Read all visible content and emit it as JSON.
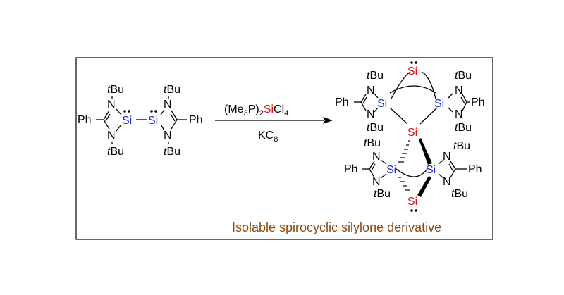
{
  "scheme": {
    "caption": "Isolable spirocyclic silylone derivative",
    "reagent": {
      "prefix": "(Me",
      "sub3": "3",
      "mid": "P)",
      "sub2": "2",
      "si": "Si",
      "cl": "Cl",
      "sub4": "4"
    },
    "reductant": {
      "k": "KC",
      "sub8": "8"
    },
    "labels": {
      "tbu_t": "t",
      "tbu_bu": "Bu",
      "ph": "Ph",
      "n": "N",
      "si": "Si"
    },
    "colors": {
      "si_amidinate": "#1f2fd1",
      "si_central": "#e00f1b",
      "caption": "#8b4a12",
      "frame": "#000000"
    }
  }
}
